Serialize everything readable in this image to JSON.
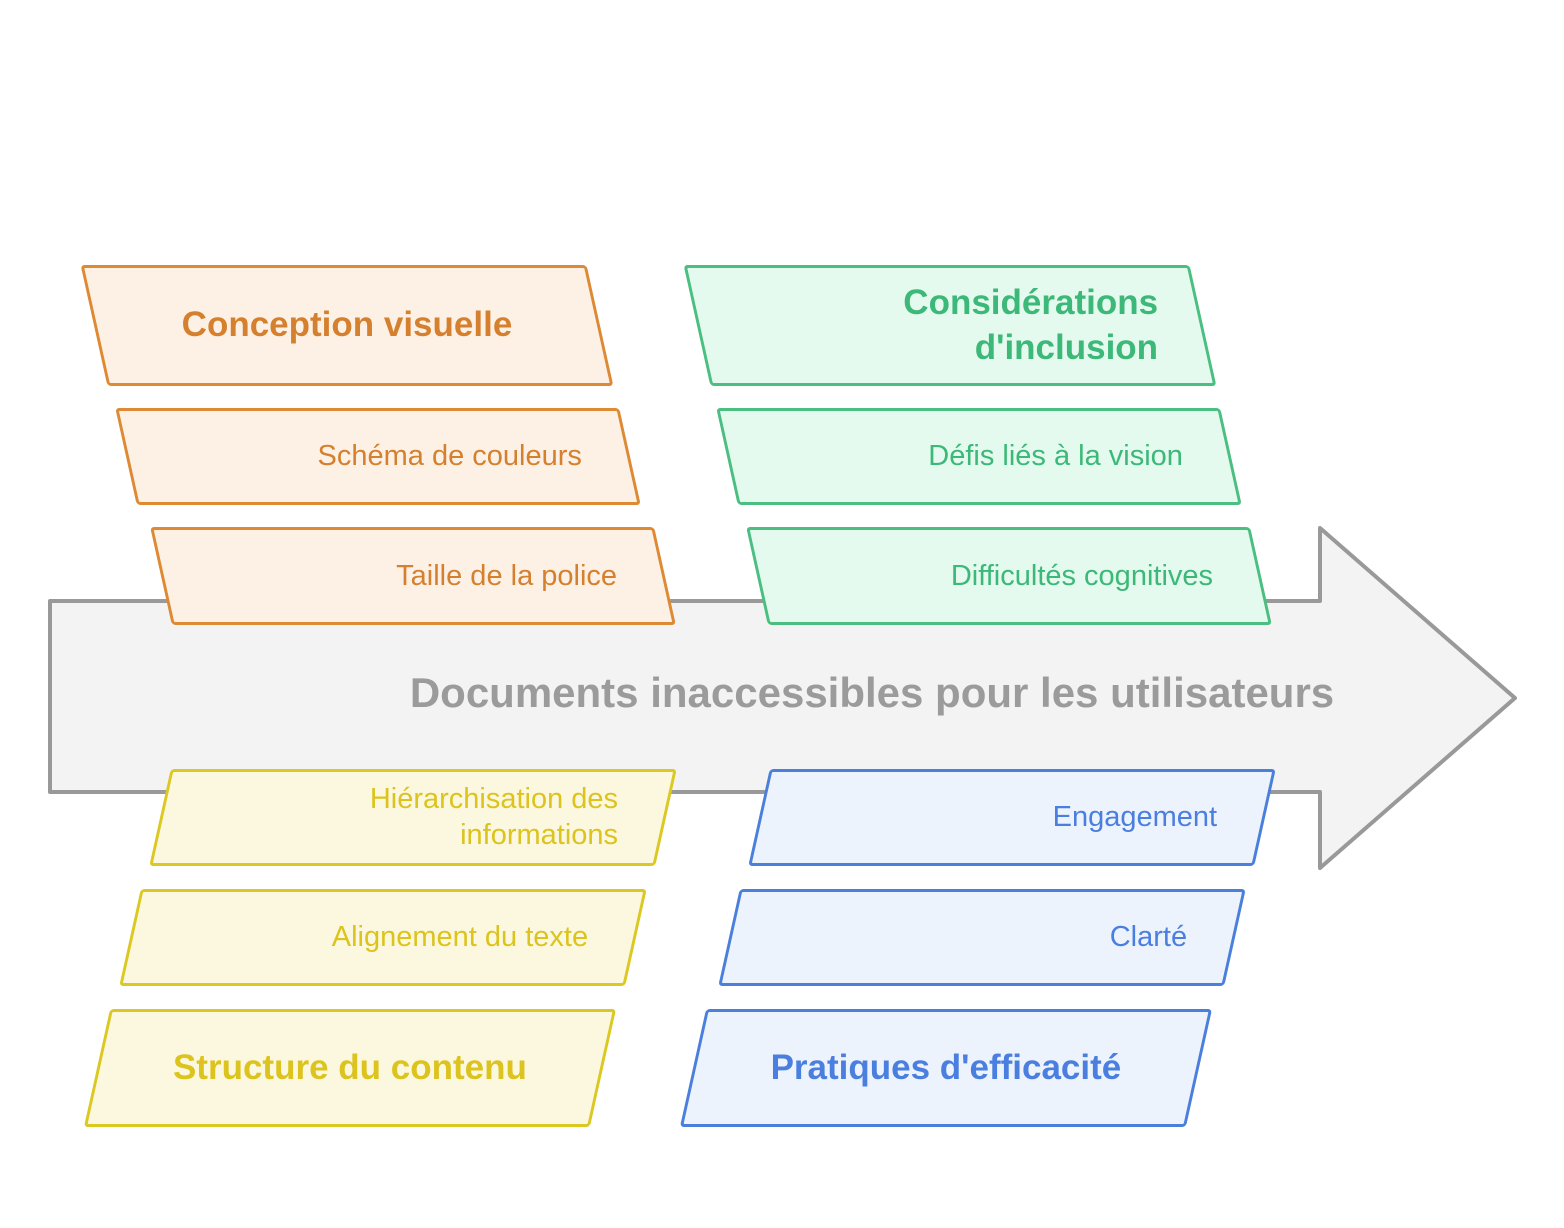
{
  "arrow": {
    "label": "Documents inaccessibles pour les utilisateurs",
    "fill": "#f3f3f4",
    "stroke": "#999999",
    "text_color": "#9b9b9b"
  },
  "groups": {
    "visual_design": {
      "position": "top-left",
      "header": "Conception visuelle",
      "items": [
        "Schéma de couleurs",
        "Taille de la police"
      ],
      "accent": "#de8934",
      "fill": "#fdf1e5",
      "text_color": "#d5802e"
    },
    "inclusion": {
      "position": "top-right",
      "header": "Considérations d'inclusion",
      "items": [
        "Défis liés à la vision",
        "Difficultés cognitives"
      ],
      "accent": "#4bbe81",
      "fill": "#e4faee",
      "text_color": "#3cb878"
    },
    "content_structure": {
      "position": "bottom-left",
      "header": "Structure du contenu",
      "items": [
        "Hiérarchisation des informations",
        "Alignement du texte"
      ],
      "accent": "#dcc822",
      "fill": "#fcf8df",
      "text_color": "#dcc31e"
    },
    "efficiency": {
      "position": "bottom-right",
      "header": "Pratiques d'efficacité",
      "items": [
        "Engagement",
        "Clarté"
      ],
      "accent": "#4a80db",
      "fill": "#edf3fc",
      "text_color": "#4a7fe0"
    }
  }
}
